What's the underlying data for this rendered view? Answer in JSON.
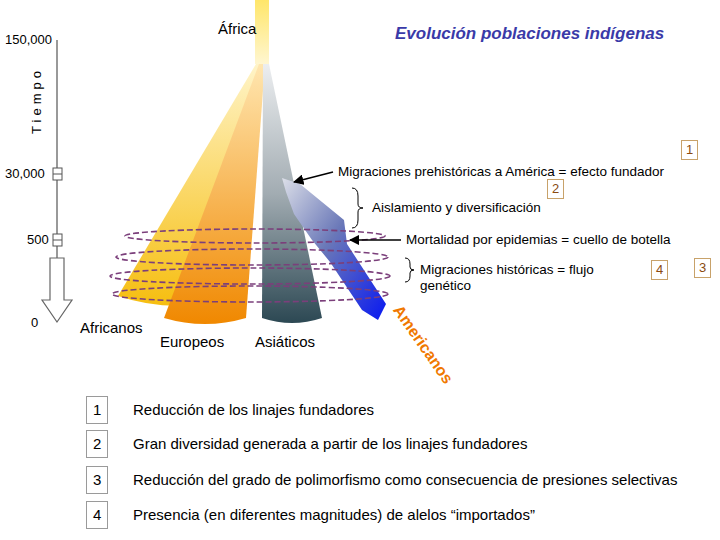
{
  "diagram": {
    "title": "Evolución poblaciones indígenas",
    "nodes": [
      {
        "text": [
          "1"
        ]
      },
      {
        "text": [
          "2"
        ]
      },
      {
        "text": [
          "4"
        ]
      },
      {
        "text": [
          "3"
        ]
      },
      {
        "text": [
          "1"
        ]
      },
      {
        "text": [
          "2"
        ]
      },
      {
        "text": [
          "3"
        ]
      },
      {
        "text": [
          "4"
        ]
      }
    ],
    "labels": [
      "150,000",
      "Tiempo",
      "África",
      "30,000",
      "Migraciones prehistóricas a América = efecto fundador",
      "Aislamiento y diversificación",
      "500",
      "Mortalidad por epidemias = cuello de botella",
      "Migraciones históricas = flujo genético",
      "0",
      "Africanos",
      "Europeos",
      "Asiáticos",
      "Americanos",
      "Reducción de los linajes fundadores",
      "Gran diversidad generada a partir de los linajes fundadores",
      "Reducción del grado de polimorfismo como consecuencia de presiones selectivas",
      "Presencia (en diferentes magnitudes) de alelos “importados”"
    ]
  }
}
